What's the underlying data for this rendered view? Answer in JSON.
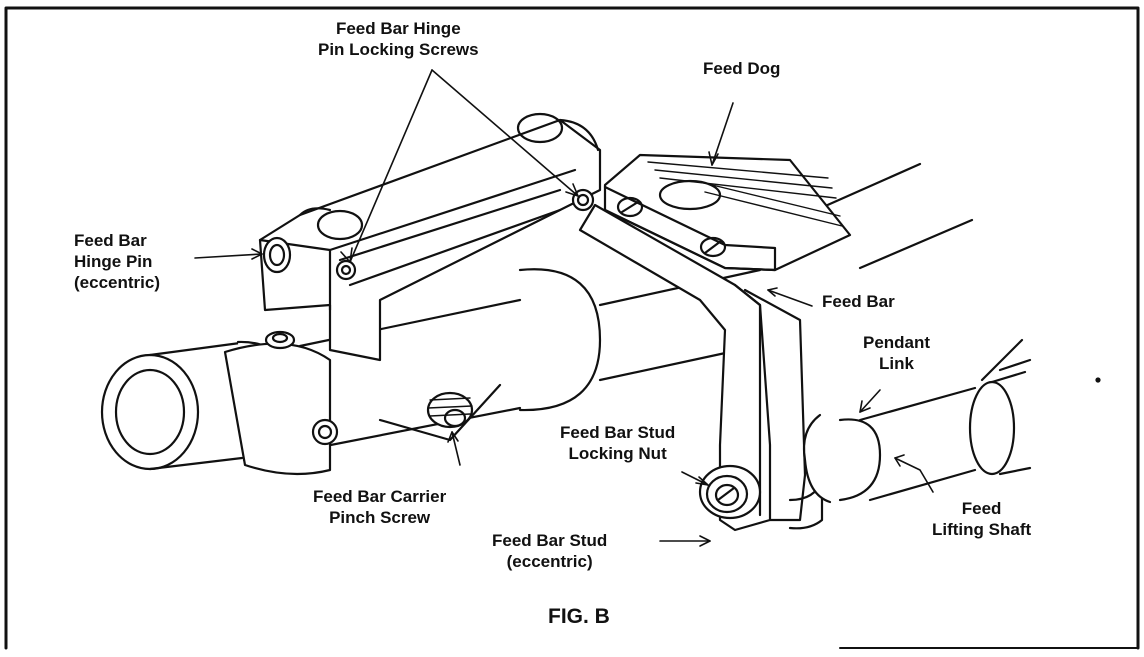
{
  "labels": {
    "hinge_pin_locking_screws": [
      "Feed Bar Hinge",
      "Pin Locking Screws"
    ],
    "feed_dog": "Feed Dog",
    "hinge_pin": [
      "Feed Bar",
      "Hinge Pin",
      "(eccentric)"
    ],
    "feed_bar": "Feed Bar",
    "pendant_link": [
      "Pendant",
      "Link"
    ],
    "stud_locking_nut": [
      "Feed Bar Stud",
      "Locking Nut"
    ],
    "carrier_pinch_screw": [
      "Feed Bar Carrier",
      "Pinch Screw"
    ],
    "stud": [
      "Feed Bar Stud",
      "(eccentric)"
    ],
    "lifting_shaft": [
      "Feed",
      "Lifting Shaft"
    ]
  },
  "caption": "FIG. B"
}
